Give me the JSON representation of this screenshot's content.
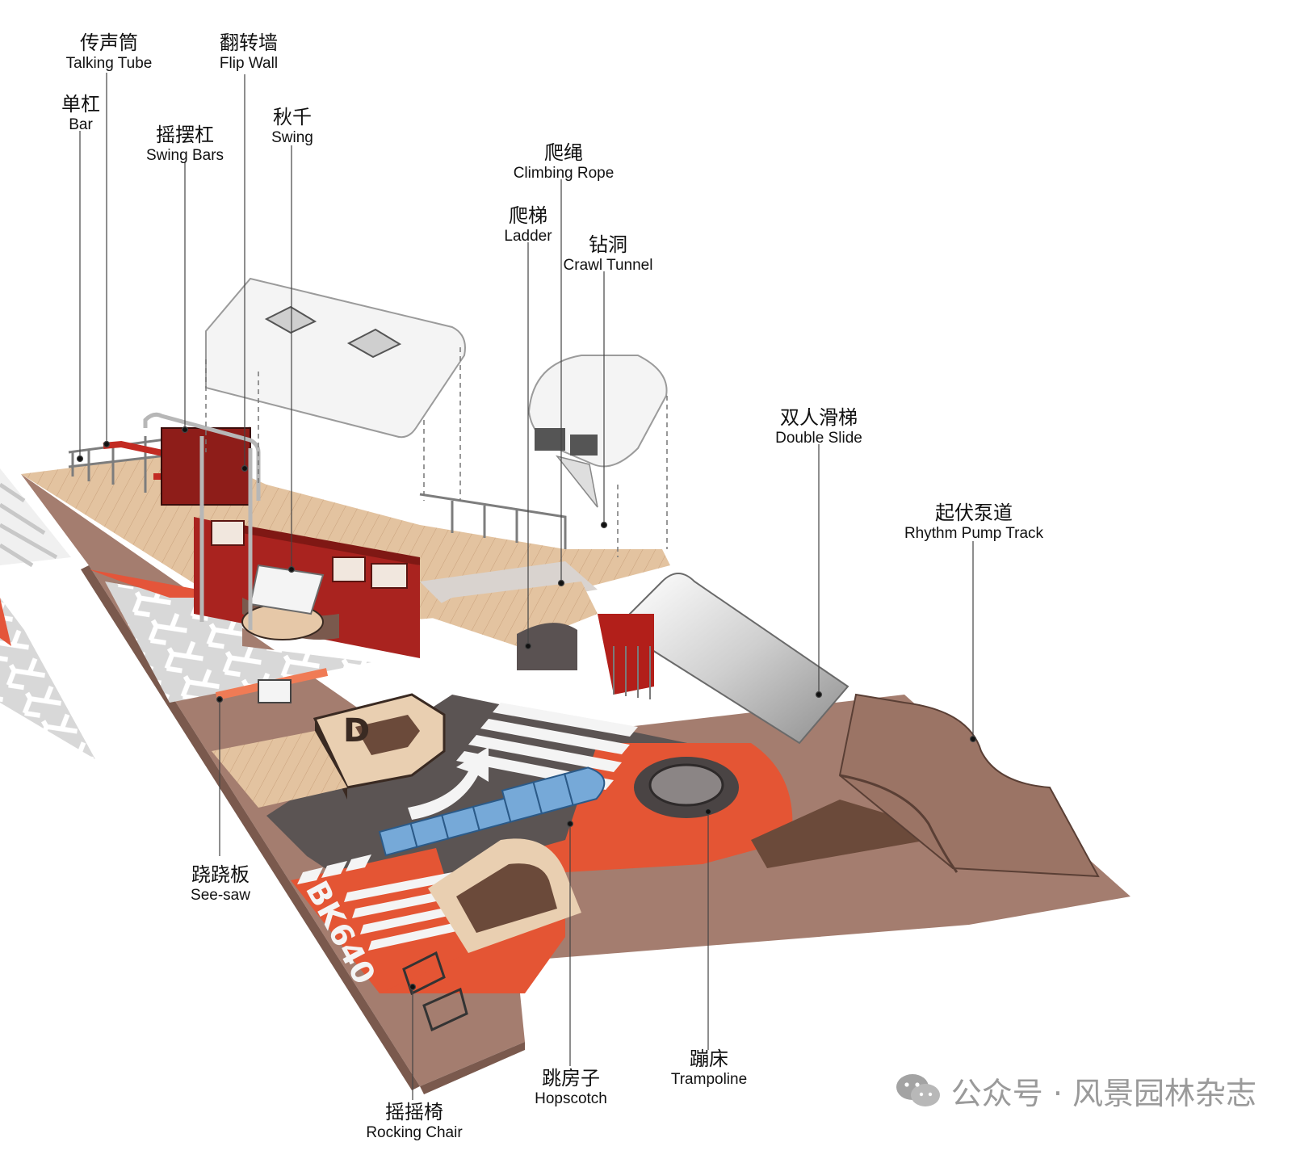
{
  "labels": [
    {
      "id": "talking-tube",
      "zh": "传声筒",
      "en": "Talking Tube"
    },
    {
      "id": "flip-wall",
      "zh": "翻转墙",
      "en": "Flip Wall"
    },
    {
      "id": "bar",
      "zh": "单杠",
      "en": "Bar"
    },
    {
      "id": "swing-bars",
      "zh": "摇摆杠",
      "en": "Swing Bars"
    },
    {
      "id": "swing",
      "zh": "秋千",
      "en": "Swing"
    },
    {
      "id": "climbing-rope",
      "zh": "爬绳",
      "en": "Climbing Rope"
    },
    {
      "id": "ladder",
      "zh": "爬梯",
      "en": "Ladder"
    },
    {
      "id": "crawl-tunnel",
      "zh": "钻洞",
      "en": "Crawl Tunnel"
    },
    {
      "id": "double-slide",
      "zh": "双人滑梯",
      "en": "Double Slide"
    },
    {
      "id": "rhythm-pump-track",
      "zh": "起伏泵道",
      "en": "Rhythm Pump Track"
    },
    {
      "id": "see-saw",
      "zh": "跷跷板",
      "en": "See-saw"
    },
    {
      "id": "trampoline",
      "zh": "蹦床",
      "en": "Trampoline"
    },
    {
      "id": "hopscotch",
      "zh": "跳房子",
      "en": "Hopscotch"
    },
    {
      "id": "rocking-chair",
      "zh": "摇摇椅",
      "en": "Rocking Chair"
    }
  ],
  "ground_marking": "BK640",
  "letter_marking": "D",
  "watermark": "公众号 · 风景园林杂志",
  "colors": {
    "brown": "#a47d6f",
    "brown_dark": "#8a6658",
    "red": "#a9231f",
    "orange": "#e45534",
    "wood": "#e6c8a8",
    "asphalt": "#5b5453",
    "white": "#f4f4f4",
    "blue": "#76a9d8"
  }
}
